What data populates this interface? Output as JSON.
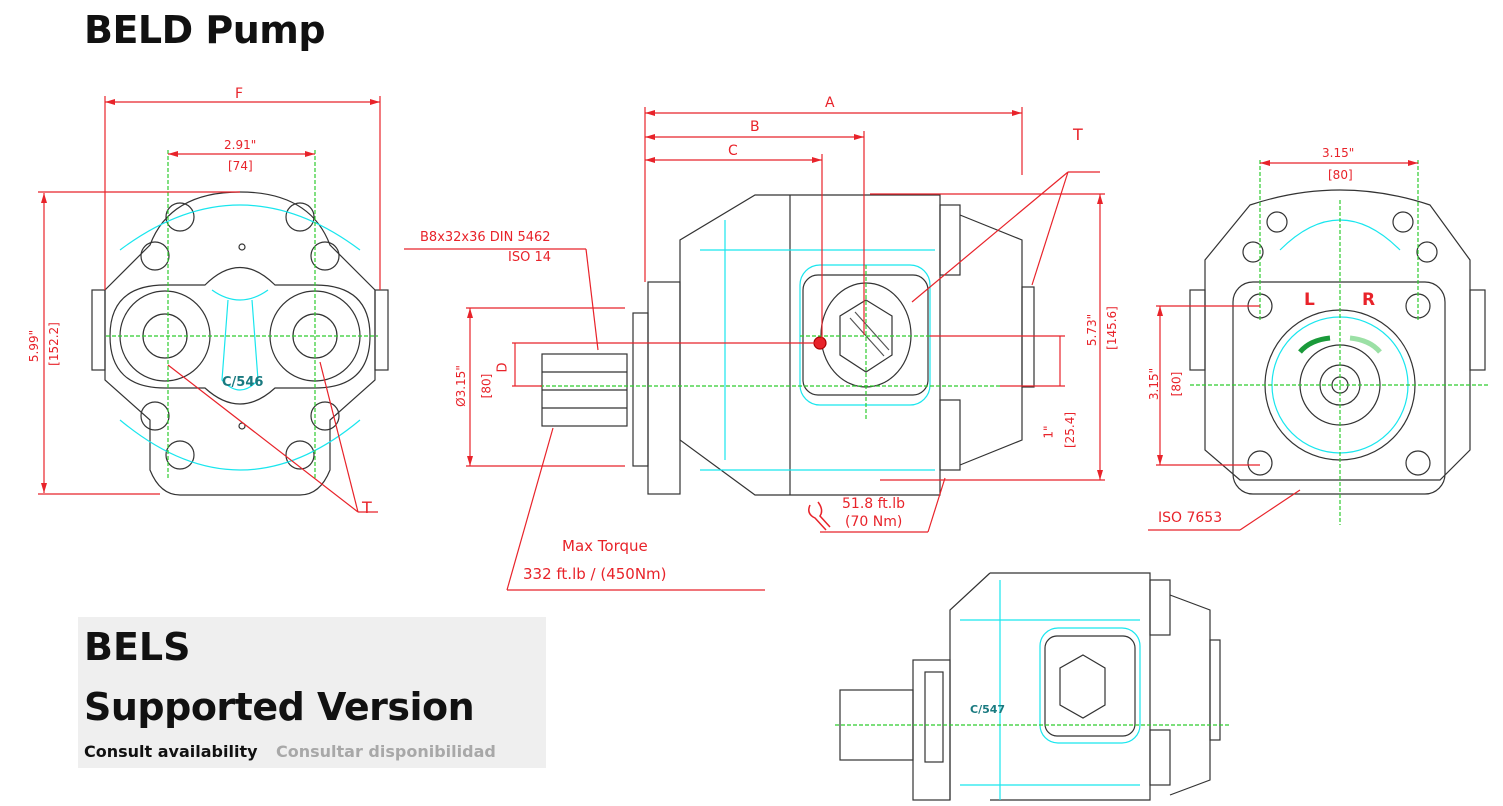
{
  "title": "BELD Pump",
  "front_view": {
    "dim_f": "F",
    "dim_width_in": "2.91\"",
    "dim_width_mm": "[74]",
    "dim_height_in": "5.99\"",
    "dim_height_mm": "[152.2]",
    "port_label": "T",
    "code": "C/546"
  },
  "side_view": {
    "dim_a": "A",
    "dim_b": "B",
    "dim_c": "C",
    "port_label": "T",
    "spline_spec": "B8x32x36 DIN 5462",
    "spline_iso": "ISO 14",
    "pilot_dia_in": "Ø3.15\"",
    "pilot_dia_mm": "[80]",
    "dim_d": "D",
    "height_in": "5.73\"",
    "height_mm": "[145.6]",
    "offset_in": "1\"",
    "offset_mm": "[25.4]",
    "bolt_torque_ftlb": "51.8 ft.lb",
    "bolt_torque_nm": "(70 Nm)",
    "max_torque_label": "Max Torque",
    "max_torque_value": "332 ft.lb / (450Nm)"
  },
  "rear_view": {
    "dim_width_in": "3.15\"",
    "dim_width_mm": "[80]",
    "dim_height_in": "3.15\"",
    "dim_height_mm": "[80]",
    "rotation_left": "L",
    "rotation_right": "R",
    "flange_standard": "ISO 7653"
  },
  "bels_view": {
    "code": "C/547"
  },
  "bels": {
    "heading": "BELS",
    "subheading": "Supported Version",
    "note_en": "Consult availability",
    "note_es": "Consultar disponibilidad"
  },
  "colors": {
    "dimension": "#e8232a",
    "outline": "#333333",
    "hidden": "#19e6ee",
    "center": "#2ecc2e"
  }
}
